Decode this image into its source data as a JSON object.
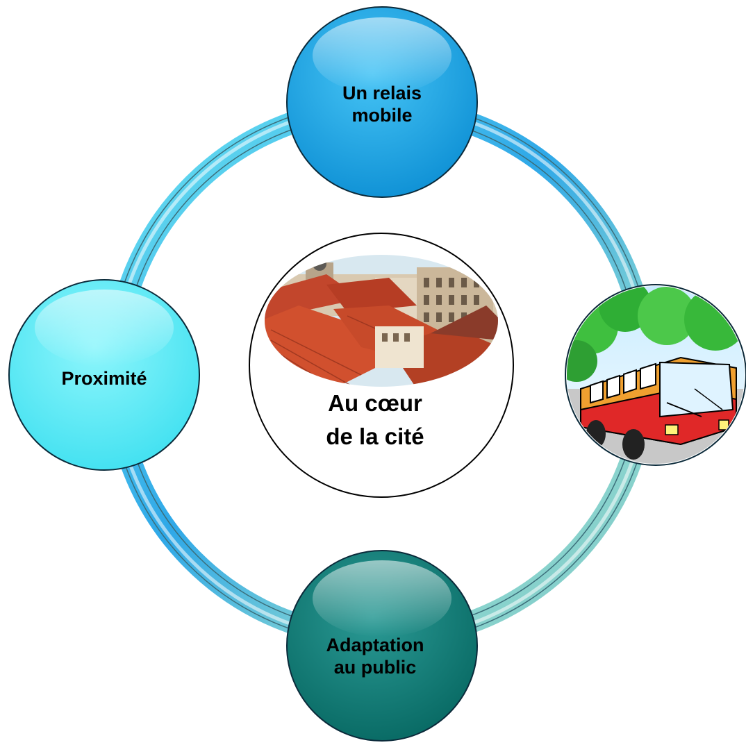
{
  "diagram": {
    "center": {
      "label": "Au cœur\nde la cité",
      "picture": "city-rooftops-photo"
    },
    "nodes": [
      {
        "key": "top",
        "label": "Un relais\nmobile",
        "color": "#1aa3e6"
      },
      {
        "key": "right",
        "label": "",
        "picture": "bus-illustration"
      },
      {
        "key": "bottom",
        "label": "Adaptation\nau public",
        "color": "#0e7672"
      },
      {
        "key": "left",
        "label": "Proximité",
        "color": "#5eeaf7"
      }
    ],
    "ring_colors": [
      "#6fe6f2",
      "#2fa8e8",
      "#8ed8d0",
      "#76c4c8"
    ]
  }
}
